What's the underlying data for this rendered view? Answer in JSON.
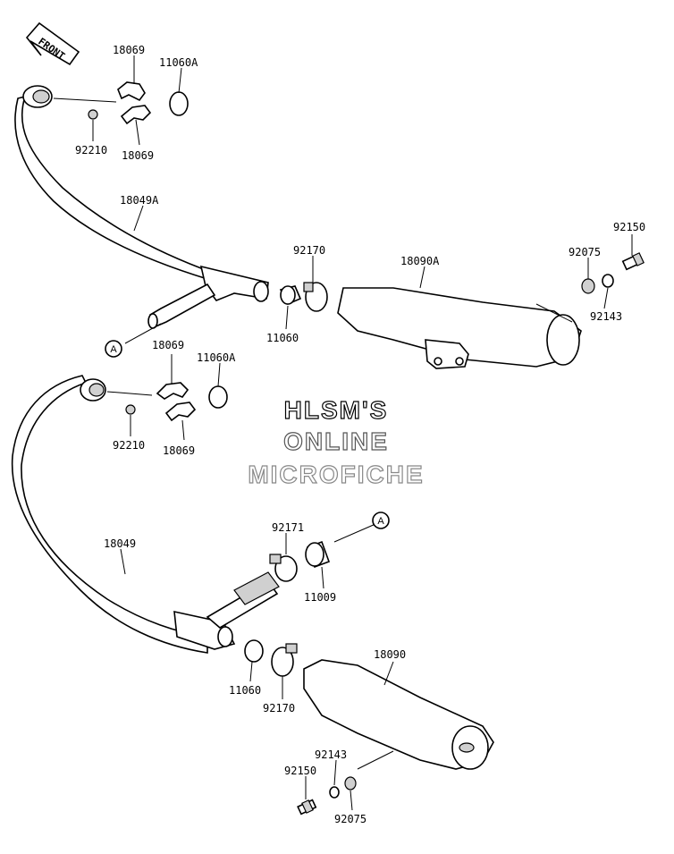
{
  "front_label": "FRONT",
  "callout": "A",
  "watermark": {
    "line1": "HLSM'S",
    "line2": "ONLINE",
    "line3": "MICROFICHE"
  },
  "parts": {
    "p18069_a": "18069",
    "p11060A_a": "11060A",
    "p92210_a": "92210",
    "p18069_b": "18069",
    "p18049A": "18049A",
    "p92170_a": "92170",
    "p18090A": "18090A",
    "p92150_a": "92150",
    "p92075_a": "92075",
    "p92143_a": "92143",
    "p11060_a": "11060",
    "p18069_c": "18069",
    "p11060A_b": "11060A",
    "p92210_b": "92210",
    "p18069_d": "18069",
    "p92171": "92171",
    "p11009": "11009",
    "p18049": "18049",
    "p18090": "18090",
    "p11060_b": "11060",
    "p92170_b": "92170",
    "p92143_b": "92143",
    "p92150_b": "92150",
    "p92075_b": "92075"
  }
}
